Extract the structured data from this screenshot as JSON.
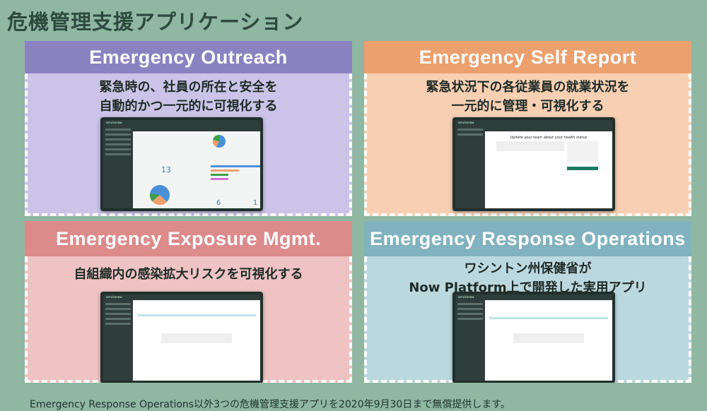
{
  "title": "危機管理支援アプリケーション",
  "panels": [
    {
      "name": "Emergency Outreach",
      "sub1": "緊急時の、社員の所在と安全を",
      "sub2": "自動的かつ一元的に可視化する",
      "header_color": "#8b82c2",
      "body_color": "#cbc4e8",
      "screen": {
        "kpi1": "13",
        "kpi2": "6",
        "kpi3": "1"
      }
    },
    {
      "name": "Emergency Self Report",
      "sub1": "緊急状況下の各従業員の就業状況を",
      "sub2": "一元的に管理・可視化する",
      "header_color": "#eba06e",
      "body_color": "#f7d0b4",
      "screen": {
        "heading": "Update your team about your health status"
      }
    },
    {
      "name": "Emergency Exposure Mgmt.",
      "sub1": "自組織内の感染拡大リスクを可視化する",
      "sub2": "",
      "header_color": "#dc8a8a",
      "body_color": "#efc3c3"
    },
    {
      "name": "Emergency Response Operations",
      "sub1": "ワシントン州保健省が",
      "sub2": "Now Platform上で開発した実用アプリ",
      "header_color": "#80b2bf",
      "body_color": "#bcd8df"
    }
  ],
  "footer": "Emergency Response Operations以外3つの危機管理支援アプリを2020年9月30日まで無償提供します。"
}
